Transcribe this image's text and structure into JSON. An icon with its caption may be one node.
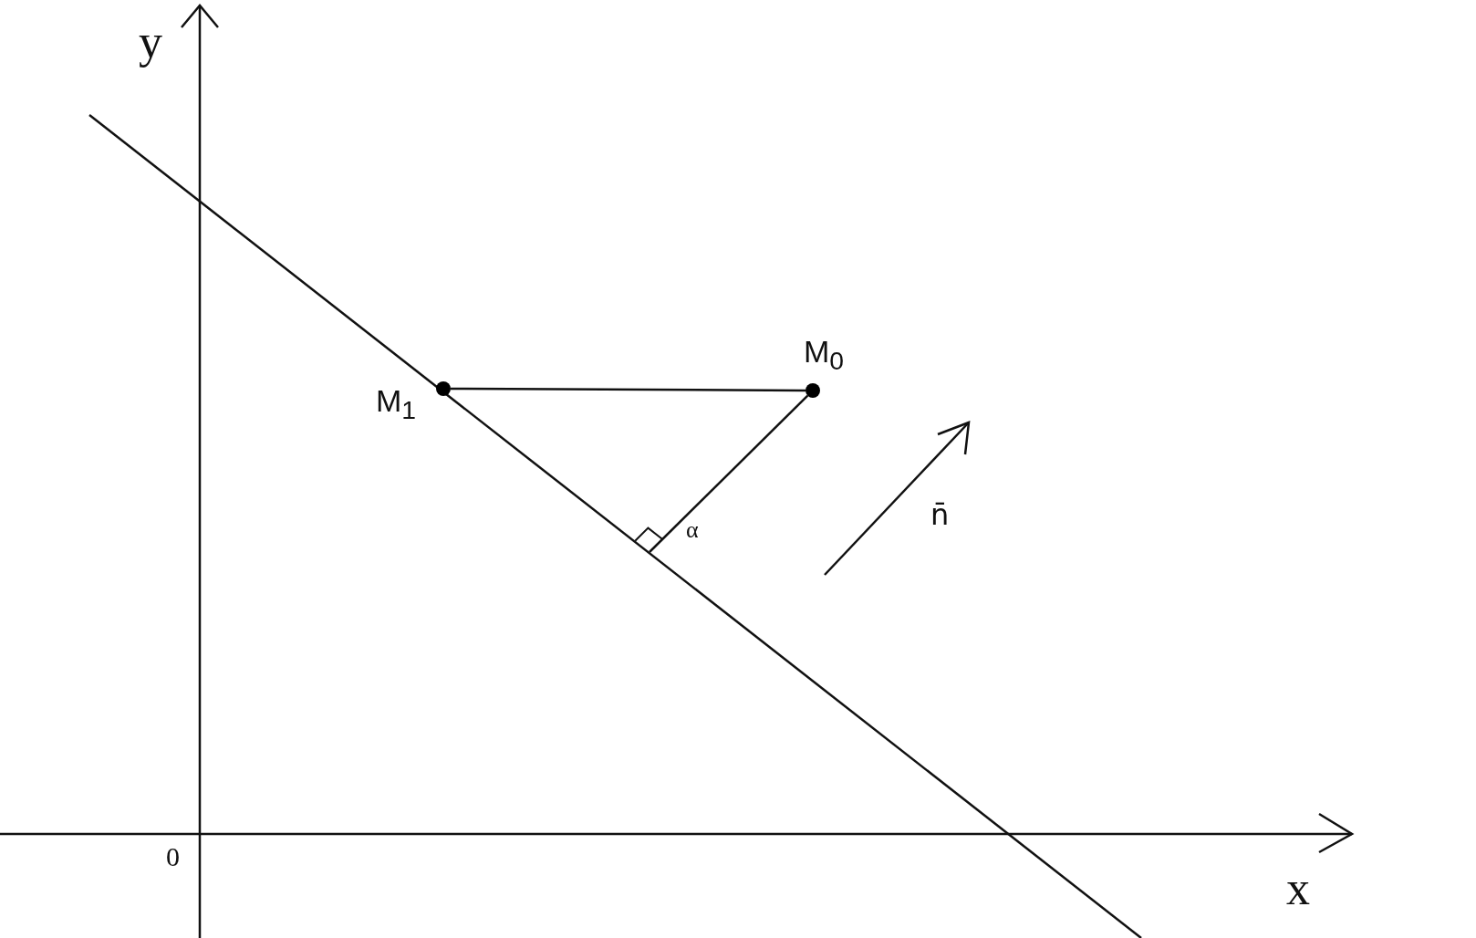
{
  "diagram": {
    "nodes": [
      {
        "text": [
          "M$_{1}$"
        ]
      },
      {
        "text": [
          "M$_{0}$"
        ]
      }
    ],
    "edges": [
      {
        "from": 0,
        "to": 1,
        "arrow": "none"
      },
      {
        "from": 1,
        "to": null,
        "arrow": "none"
      }
    ],
    "labels": [
      "y",
      "α",
      "n̄",
      "0",
      "x"
    ]
  }
}
